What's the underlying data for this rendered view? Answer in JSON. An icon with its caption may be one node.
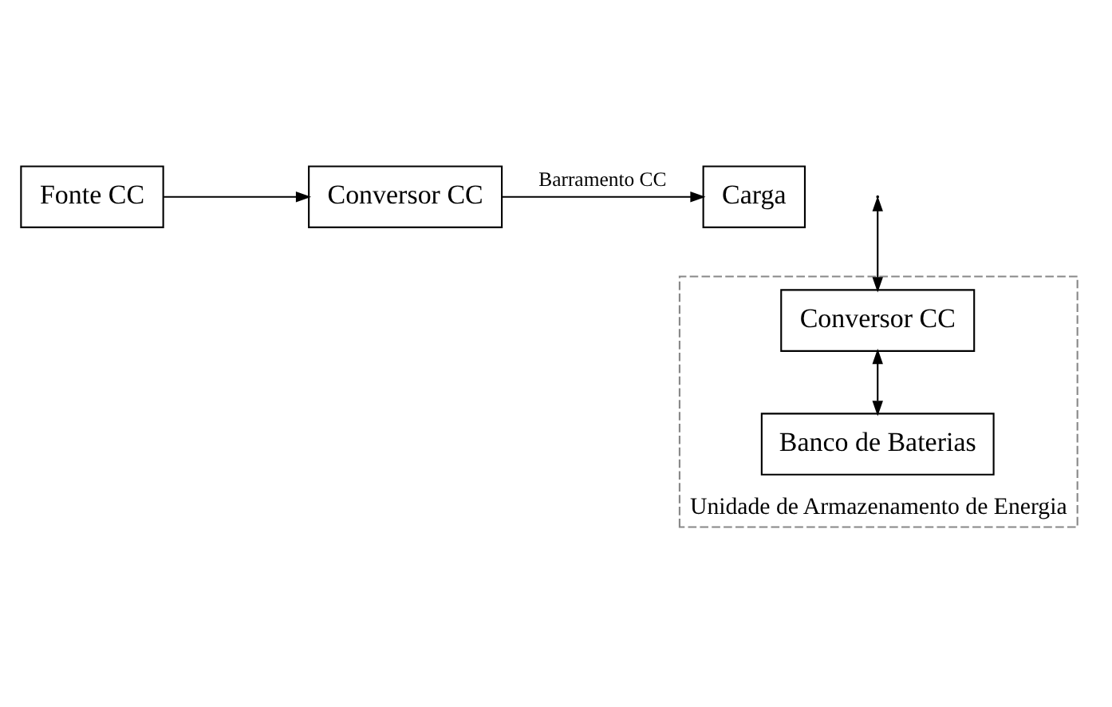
{
  "diagram": {
    "nodes": [
      {
        "text": [
          "Fonte CC"
        ]
      },
      {
        "text": [
          "Conversor CC"
        ]
      },
      {
        "text": [
          "Carga"
        ]
      },
      {
        "text": [
          "Unidade de Armazenamento de Energia"
        ]
      },
      {
        "text": [
          "Conversor CC"
        ],
        "in": 3
      },
      {
        "text": [
          "Banco de Baterias"
        ],
        "in": 3
      }
    ],
    "edges": [
      {
        "from": 0,
        "to": 1,
        "arrow": "to"
      },
      {
        "from": 1,
        "to": 2,
        "arrow": "to",
        "label": "Barramento CC"
      },
      {
        "from": null,
        "to": 4,
        "arrow": "both"
      },
      {
        "from": 4,
        "to": 5,
        "arrow": "both"
      }
    ]
  }
}
